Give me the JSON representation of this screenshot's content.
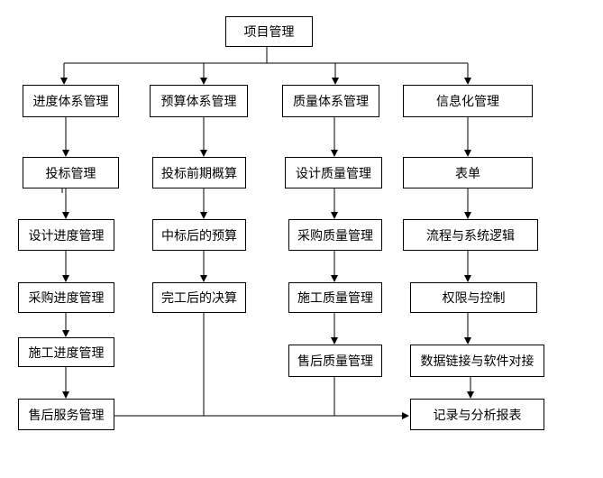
{
  "diagram": {
    "root": {
      "label": "项目管理"
    },
    "columns": [
      {
        "header": "进度体系管理",
        "items": [
          "投标管理",
          "设计进度管理",
          "采购进度管理",
          "施工进度管理",
          "售后服务管理"
        ]
      },
      {
        "header": "预算体系管理",
        "items": [
          "投标前期概算",
          "中标后的预算",
          "完工后的决算"
        ]
      },
      {
        "header": "质量体系管理",
        "items": [
          "设计质量管理",
          "采购质量管理",
          "施工质量管理",
          "售后质量管理"
        ]
      },
      {
        "header": "信息化管理",
        "items": [
          "表单",
          "流程与系统逻辑",
          "权限与控制",
          "数据链接与软件对接",
          "记录与分析报表"
        ]
      }
    ]
  },
  "colors": {
    "line": "#000000",
    "box_border": "#000000",
    "background": "#ffffff"
  }
}
